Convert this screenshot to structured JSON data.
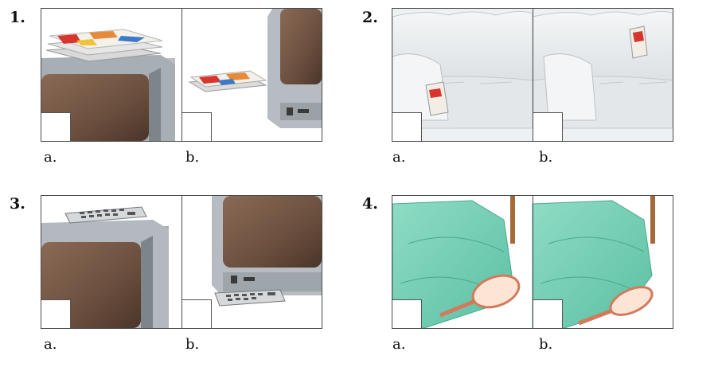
{
  "exercise": {
    "items": [
      {
        "number": "1.",
        "option_a": "a.",
        "option_b": "b."
      },
      {
        "number": "2.",
        "option_a": "a.",
        "option_b": "b."
      },
      {
        "number": "3.",
        "option_a": "a.",
        "option_b": "b."
      },
      {
        "number": "4.",
        "option_a": "a.",
        "option_b": "b."
      }
    ]
  }
}
